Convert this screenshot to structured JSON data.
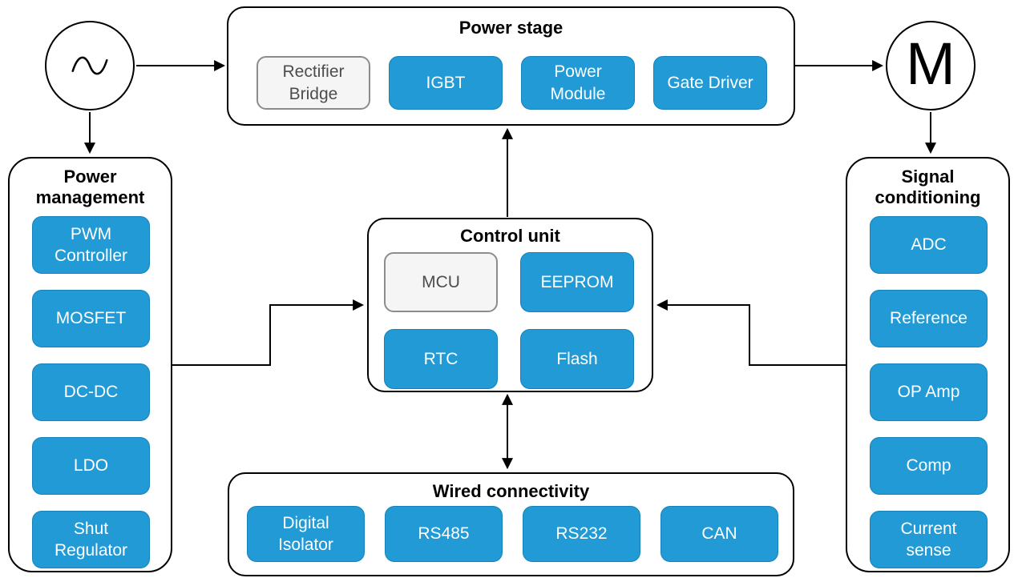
{
  "colors": {
    "chip_blue": "#219AD6",
    "chip_blue_border": "#1583BA",
    "chip_gray_fill": "#F5F5F5",
    "chip_gray_border": "#8C8C8C",
    "chip_gray_text": "#4D4D4D",
    "wire": "#000000",
    "background": "#FFFFFF"
  },
  "nodes": {
    "ac_source_icon": "sine-wave",
    "motor_label": "M"
  },
  "groups": {
    "power_stage": {
      "title": "Power stage",
      "items": [
        "Rectifier\nBridge",
        "IGBT",
        "Power\nModule",
        "Gate Driver"
      ]
    },
    "power_management": {
      "title": "Power\nmanagement",
      "items": [
        "PWM\nController",
        "MOSFET",
        "DC-DC",
        "LDO",
        "Shut\nRegulator"
      ]
    },
    "control_unit": {
      "title": "Control unit",
      "items": [
        "MCU",
        "EEPROM",
        "RTC",
        "Flash"
      ]
    },
    "signal_conditioning": {
      "title": "Signal\nconditioning",
      "items": [
        "ADC",
        "Reference",
        "OP Amp",
        "Comp",
        "Current\nsense"
      ]
    },
    "wired_connectivity": {
      "title": "Wired connectivity",
      "items": [
        "Digital\nIsolator",
        "RS485",
        "RS232",
        "CAN"
      ]
    }
  }
}
